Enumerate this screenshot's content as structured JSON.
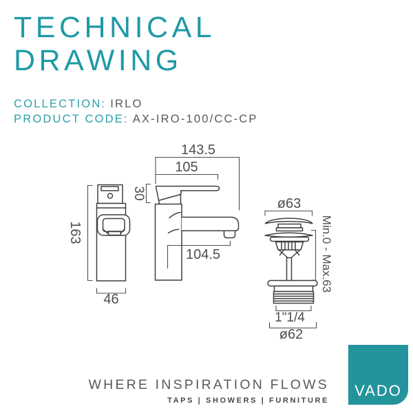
{
  "colors": {
    "teal": "#1F9AA5",
    "logo_teal": "#23939C",
    "text_gray": "#58595B",
    "line_gray": "#3E3F41"
  },
  "header": {
    "title_line1": "TECHNICAL",
    "title_line2": "DRAWING",
    "collection_label": "COLLECTION:",
    "collection_value": "IRLO",
    "product_label": "PRODUCT CODE:",
    "product_value": "AX-IRO-100/CC-CP"
  },
  "drawing": {
    "front_view": {
      "height": "163",
      "width": "46"
    },
    "side_view": {
      "overall_depth": "143.5",
      "lever_reach": "105",
      "lever_height": "30",
      "spout_reach": "104.5"
    },
    "waste_view": {
      "top_diameter": "ø63",
      "adjustment_range": "Min.0 - Max.63",
      "thread_size": "1\"1/4",
      "base_diameter": "ø62"
    }
  },
  "footer": {
    "tagline": "WHERE INSPIRATION FLOWS",
    "categories": "TAPS | SHOWERS | FURNITURE",
    "logo": "VADO"
  }
}
